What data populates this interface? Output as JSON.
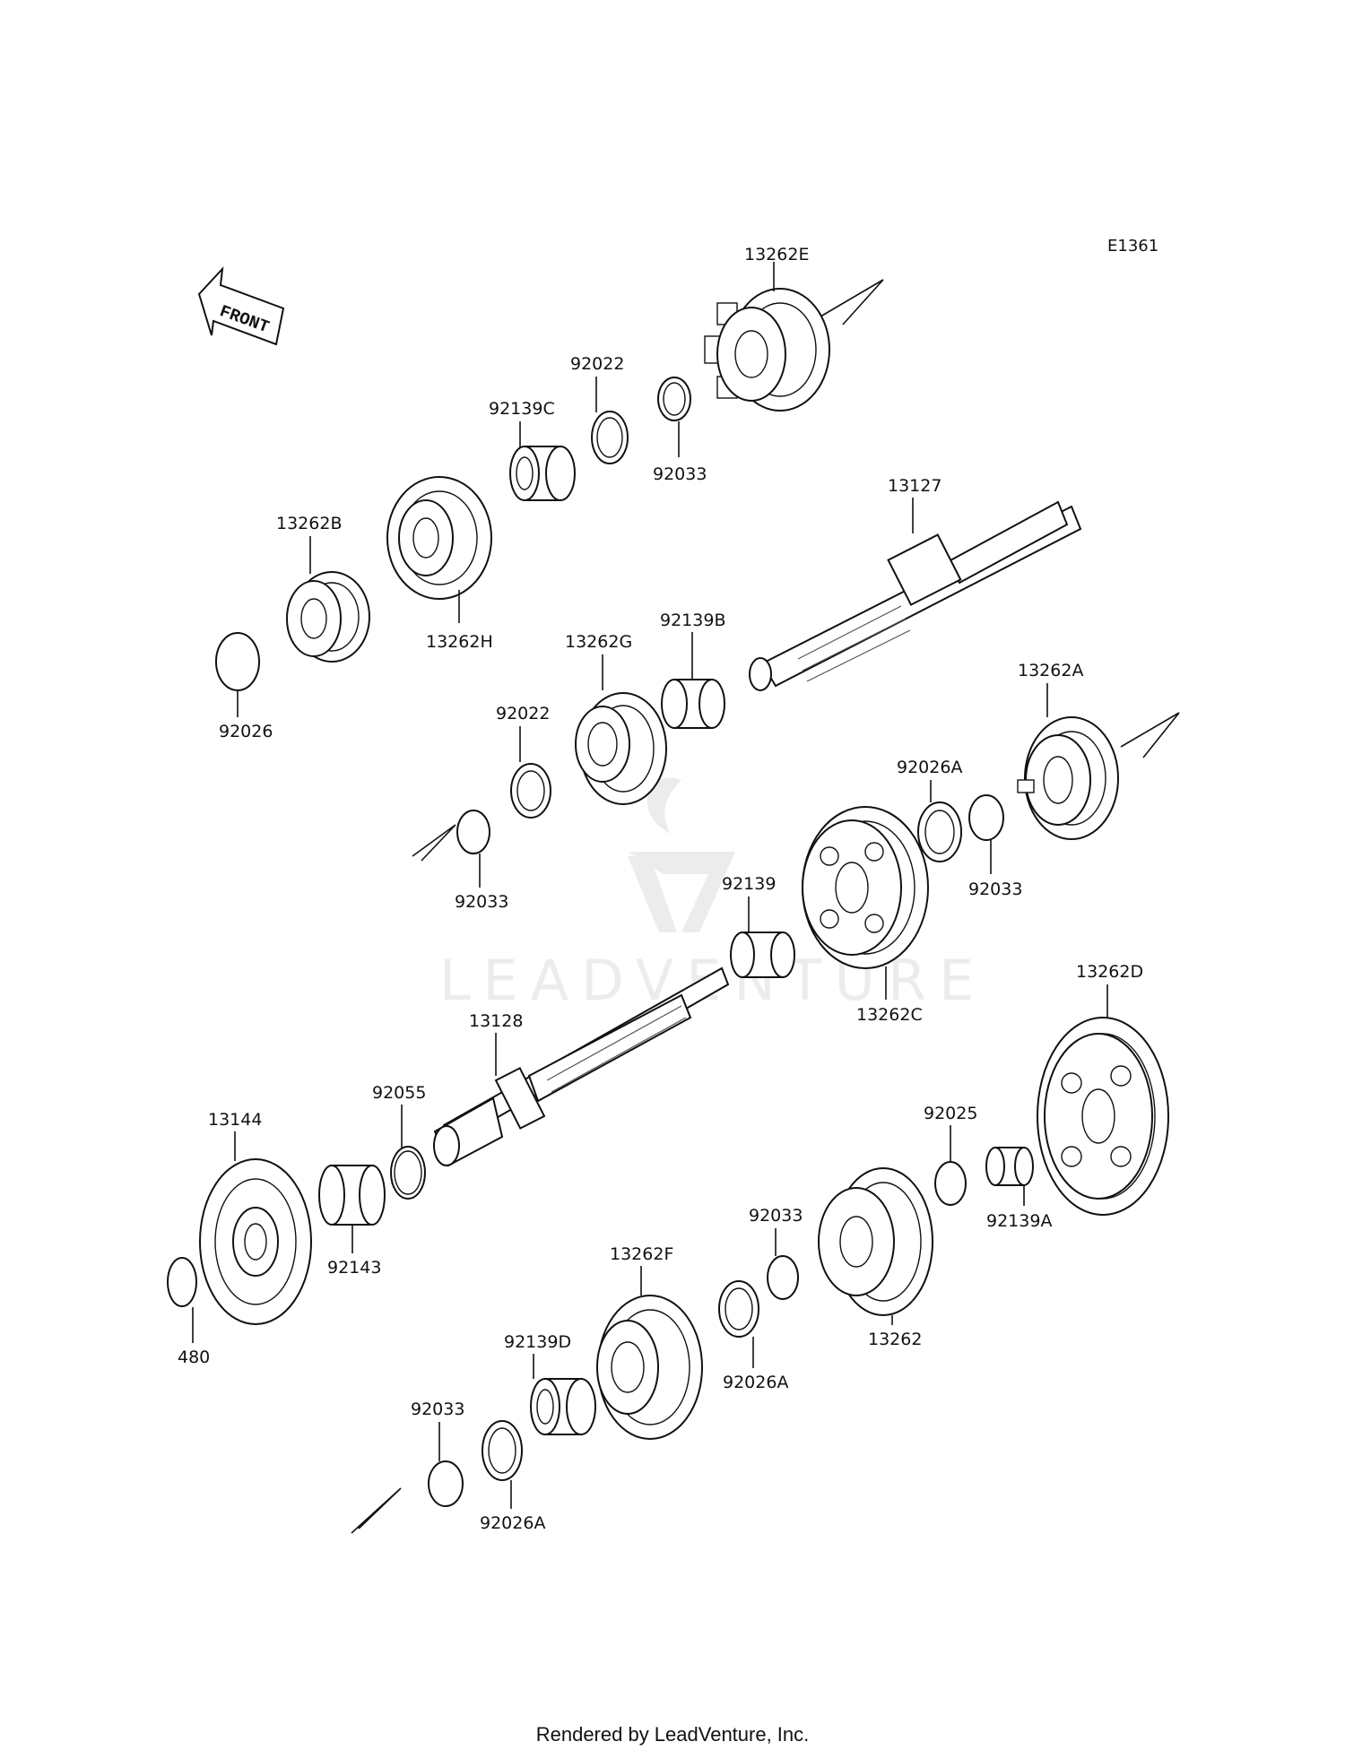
{
  "diagram_id": "E1361",
  "front_label": "FRONT",
  "watermark": "LEADVENTURE",
  "footer": "Rendered by LeadVenture, Inc.",
  "parts": {
    "p13262E": "13262E",
    "p92022_top": "92022",
    "p92139C": "92139C",
    "p92033_top": "92033",
    "p13127": "13127",
    "p13262B": "13262B",
    "p13262H": "13262H",
    "p92026": "92026",
    "p92139B": "92139B",
    "p13262G": "13262G",
    "p92022_mid": "92022",
    "p13262A": "13262A",
    "p92026A_mid": "92026A",
    "p92033_right": "92033",
    "p92033_left": "92033",
    "p92139": "92139",
    "p13262C": "13262C",
    "p13262D": "13262D",
    "p13128": "13128",
    "p92055": "92055",
    "p13144": "13144",
    "p92143": "92143",
    "p480": "480",
    "p92025": "92025",
    "p92139A": "92139A",
    "p92033_low": "92033",
    "p13262": "13262",
    "p13262F": "13262F",
    "p92026A_low": "92026A",
    "p92139D": "92139D",
    "p92033_bottom": "92033",
    "p92026A_bottom": "92026A"
  }
}
